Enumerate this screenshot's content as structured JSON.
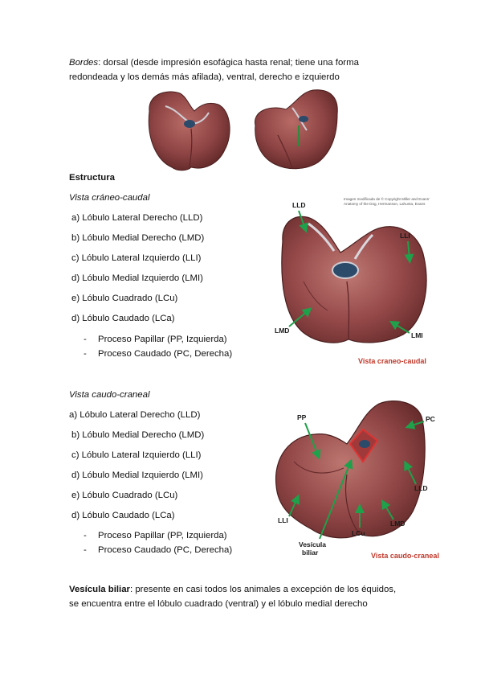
{
  "intro": {
    "bordes_label": "Bordes",
    "bordes_text_1": ": dorsal (desde impresión esofágica hasta renal; tiene una forma",
    "bordes_text_2": "redondeada y los demás más afilada), ventral, derecho e izquierdo"
  },
  "estructura": {
    "heading": "Estructura",
    "view1_title": "Vista cráneo-caudal",
    "view1_items": [
      "a) Lóbulo Lateral Derecho (LLD)",
      "b) Lóbulo Medial Derecho (LMD)",
      "c) Lóbulo Lateral Izquierdo (LLI)",
      "d) Lóbulo Medial Izquierdo (LMI)",
      "e) Lóbulo Cuadrado (LCu)",
      "d) Lóbulo Caudado (LCa)"
    ],
    "view1_subitems": [
      "Proceso Papillar (PP, Izquierda)",
      "Proceso Caudado (PC, Derecha)"
    ],
    "view2_title": "Vista caudo-craneal",
    "view2_items": [
      "a) Lóbulo Lateral Derecho (LLD)",
      "b) Lóbulo Medial Derecho (LMD)",
      "c) Lóbulo Lateral Izquierdo (LLI)",
      "d) Lóbulo Medial Izquierdo (LMI)",
      "e) Lóbulo Cuadrado (LCu)",
      "d) Lóbulo Caudado (LCa)"
    ],
    "view2_subitems": [
      "Proceso Papillar (PP, Izquierda)",
      "Proceso Caudado (PC, Derecha)"
    ],
    "bullet": "-"
  },
  "figure1": {
    "credit_1": "Imagen modificada de © Copyright Miller and Evans'",
    "credit_2": "Anatomy of the Dog, Hermanson, Lahunta, Evans",
    "labels": {
      "lld": "LLD",
      "lli": "LLI",
      "lmd": "LMD",
      "lmi": "LMI"
    },
    "caption": "Vista craneo-caudal"
  },
  "figure2": {
    "labels": {
      "pp": "PP",
      "pc": "PC",
      "lld": "LLD",
      "lmd": "LMD",
      "lli": "LLI",
      "lcu": "LCu",
      "vesicula_1": "Vesícula",
      "vesicula_2": "biliar"
    },
    "caption": "Vista caudo-craneal"
  },
  "vesicula": {
    "label": "Vesícula biliar",
    "text_1": ": presente en casi todos los animales a excepción de los équidos,",
    "text_2": "se encuentra entre el lóbulo cuadrado (ventral) y el lóbulo medial derecho"
  },
  "colors": {
    "liver": "#8e4444",
    "liver_dark": "#5e2626",
    "arrow": "#1fa04a",
    "caption_red": "#c0392b"
  }
}
